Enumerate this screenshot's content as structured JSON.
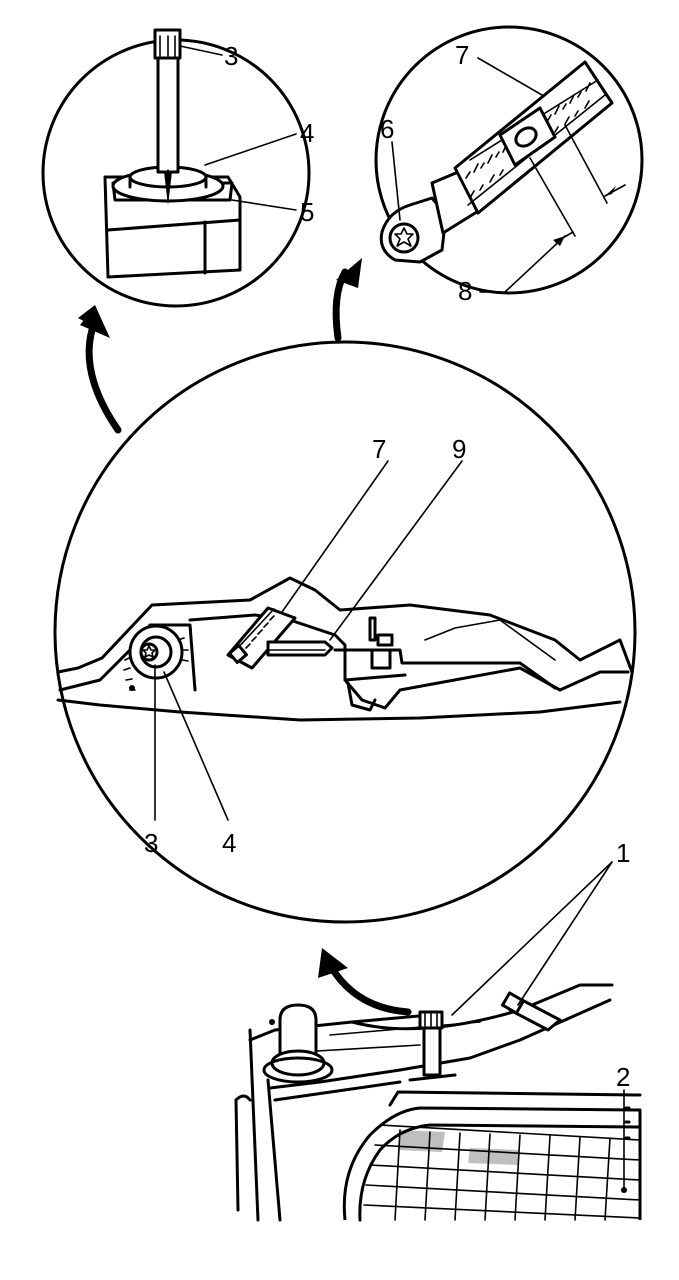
{
  "diagram": {
    "callouts": {
      "c1": "1",
      "c2": "2",
      "c3_top": "3",
      "c4_top": "4",
      "c5": "5",
      "c6": "6",
      "c7_top": "7",
      "c8": "8",
      "c7_main": "7",
      "c9": "9",
      "c3_main": "3",
      "c4_main": "4"
    },
    "icons": {
      "arrows": "curved-arrow-icon",
      "pivot": "torx-screw-icon"
    }
  }
}
